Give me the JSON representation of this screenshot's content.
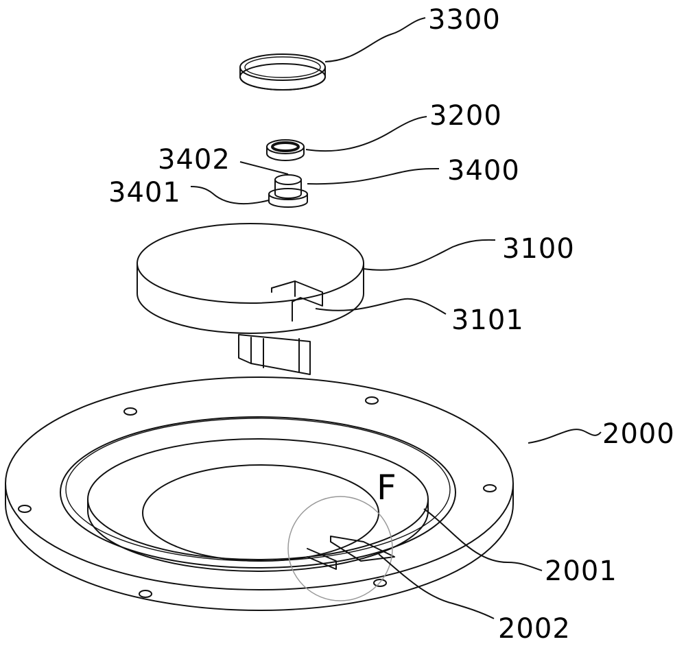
{
  "labels": {
    "l3300": "3300",
    "l3200": "3200",
    "l3402": "3402",
    "l3400": "3400",
    "l3401": "3401",
    "l3100": "3100",
    "l3101": "3101",
    "l2000": "2000",
    "l2001": "2001",
    "l2002": "2002",
    "detailF": "F"
  }
}
